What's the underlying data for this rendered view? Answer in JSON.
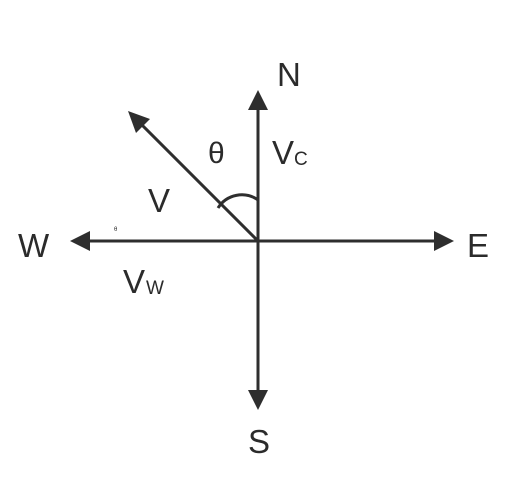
{
  "labels": {
    "north": "N",
    "south": "S",
    "east": "E",
    "west": "W",
    "resultant": "V",
    "theta": "θ",
    "current_main": "V",
    "current_sub": "C",
    "wind_main": "V",
    "wind_sub": "W",
    "tiny_mark": "θ"
  },
  "colors": {
    "line": "#2e2e2e",
    "text": "#2b2b2b",
    "background": "#ffffff"
  }
}
